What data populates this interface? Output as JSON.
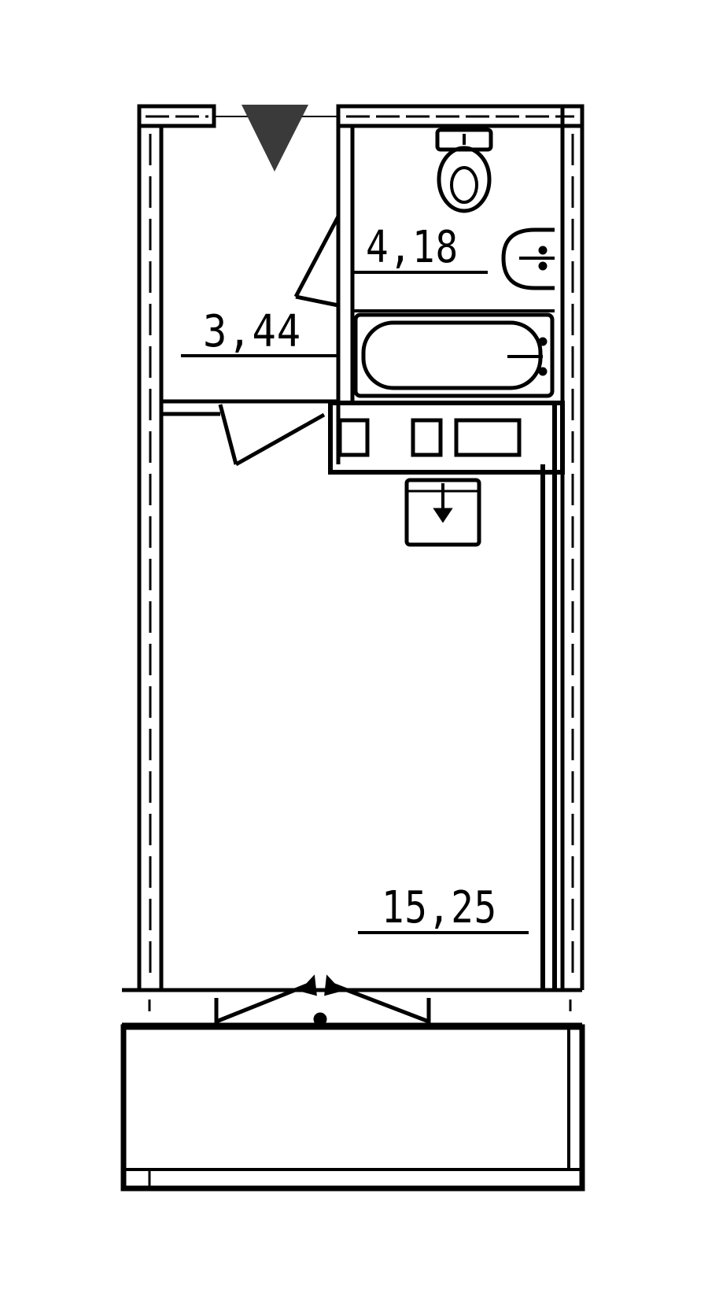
{
  "plan": {
    "entrance_marker_color": "#3a3a3a",
    "line_color": "#000000",
    "rooms": [
      {
        "id": "hall",
        "area": "3,44"
      },
      {
        "id": "bathroom",
        "area": "4,18"
      },
      {
        "id": "living-room",
        "area": "15,25"
      }
    ],
    "fixtures": [
      "toilet-icon",
      "washbasin-icon",
      "bathtub-icon",
      "kitchen-sink-icon"
    ]
  }
}
